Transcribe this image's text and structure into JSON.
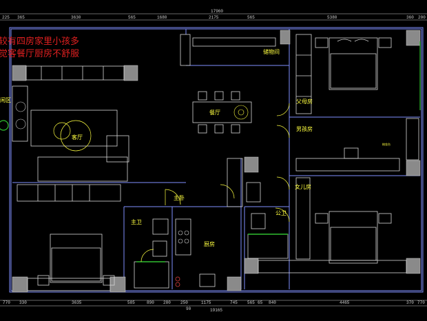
{
  "notes": {
    "line1": "较有四房家里小孩多",
    "line2": "觉客餐厅厨房不舒服"
  },
  "dims_top": {
    "total": "17960",
    "segments": [
      "225",
      "365",
      "3630",
      "565",
      "1680",
      "2175",
      "565",
      "5380",
      "360",
      "200"
    ]
  },
  "dims_bottom": {
    "total": "19165",
    "segments": [
      "770",
      "330",
      "3635",
      "585",
      "890",
      "280",
      "250",
      "1175",
      "745",
      "565",
      "65",
      "840",
      "4465",
      "370",
      "770"
    ],
    "sub": "90"
  },
  "rooms": {
    "storage": "储物间",
    "master_bedroom_parents": "父母房",
    "dining": "餐厅",
    "living": "客厅",
    "boys_room": "男孩房",
    "small_label": "梳妆台",
    "leisure": "闲区",
    "master_room": "主卧",
    "girls_room": "女儿房",
    "master_bath": "主卫",
    "public_bath": "公卫",
    "kitchen": "厨房"
  },
  "colors": {
    "background": "#000000",
    "wall": "#7f8fff",
    "text": "#ffff40",
    "note": "#e02020",
    "column": "#8a8a8a"
  }
}
